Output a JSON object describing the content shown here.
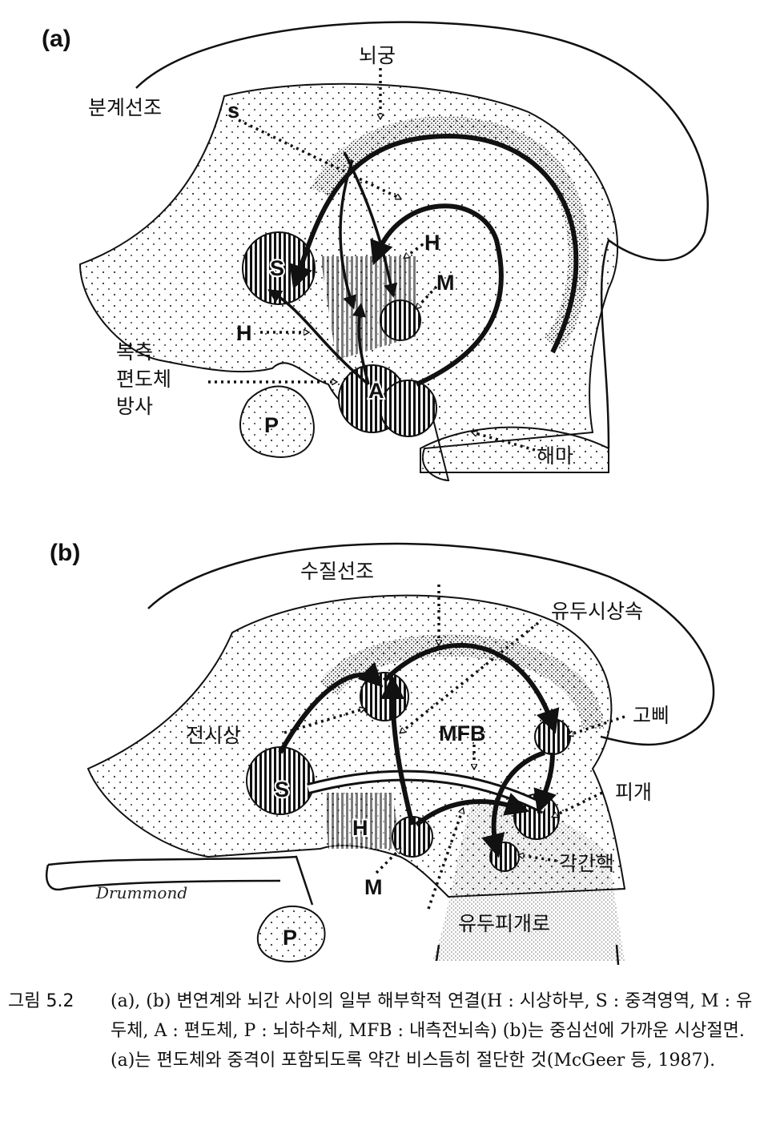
{
  "panel_a": {
    "panel_label": "(a)",
    "labels": {
      "fornix": "뇌궁",
      "stria_terminalis": "분계선조",
      "s": "s",
      "h_upper": "H",
      "m": "M",
      "s_region": "S",
      "h_lower": "H",
      "ventral_amygdalofugal": [
        "복측",
        "편도체",
        "방사"
      ],
      "a": "A",
      "p": "P",
      "hippocampus": "해마"
    }
  },
  "panel_b": {
    "panel_label": "(b)",
    "labels": {
      "stria_medullaris": "수질선조",
      "mammillothalamic": "유두시상속",
      "habenula": "고삐",
      "anterior_thalamus": "전시상",
      "mfb": "MFB",
      "s_region": "S",
      "h": "H",
      "tegmentum": "피개",
      "interpeduncular": "각간핵",
      "m": "M",
      "p": "P",
      "mammillotegmental": "유두피개로"
    },
    "signature": "Drummond"
  },
  "caption": {
    "number": "그림 5.2",
    "text": "(a), (b) 변연계와 뇌간 사이의 일부 해부학적 연결(H : 시상하부, S : 중격영역, M : 유두체, A : 편도체, P : 뇌하수체, MFB : 내측전뇌속) (b)는 중심선에 가까운 시상절면. (a)는 편도체와 중격이 포함되도록 약간 비스듬히 절단한 것(McGeer 등, 1987)."
  }
}
